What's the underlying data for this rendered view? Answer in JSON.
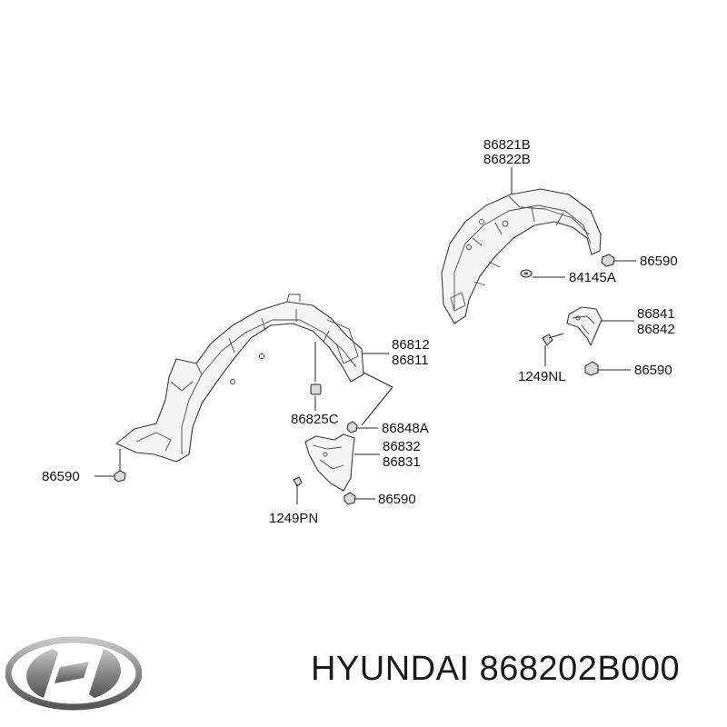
{
  "callouts": {
    "rear_guard_upper": "86821B",
    "rear_guard_lower": "86822B",
    "rear_clip_top": "86590",
    "rear_washer": "84145A",
    "rear_mudflap_a": "86841",
    "rear_mudflap_b": "86842",
    "rear_screw": "1249NL",
    "rear_clip_bottom": "86590",
    "front_guard_upper": "86812",
    "front_guard_lower": "86811",
    "front_cap": "86825C",
    "front_nut": "86848A",
    "front_mudflap_a": "86832",
    "front_mudflap_b": "86831",
    "front_clip_left": "86590",
    "front_clip_bottom": "86590",
    "front_screw": "1249PN"
  },
  "caption": {
    "brand": "HYUNDAI",
    "part_number": "868202B000"
  },
  "logo": {
    "name": "hyundai-logo"
  }
}
